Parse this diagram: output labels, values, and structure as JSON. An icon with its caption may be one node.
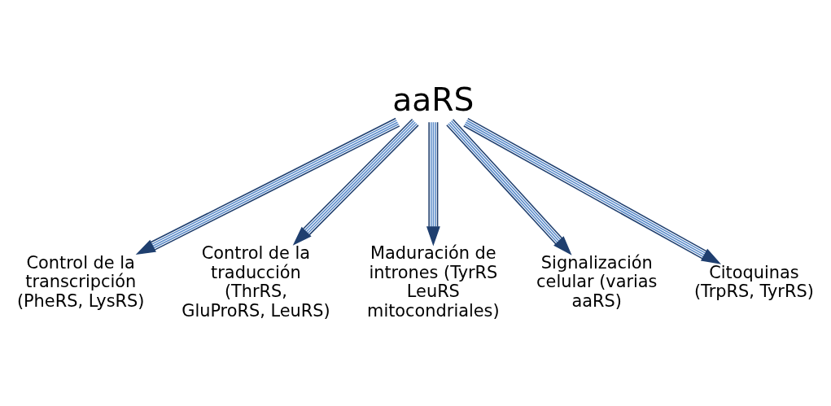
{
  "diagram": {
    "nodes": [
      {
        "text": [
          "aaRS"
        ]
      },
      {
        "text": [
          "Control de la transcripción (PheRS, LysRS)"
        ]
      },
      {
        "text": [
          "Control de la traducción (ThrRS, GluProRS, LeuRS)"
        ]
      },
      {
        "text": [
          "Maduración de intrones (TyrRS LeuRS mitocondriales)"
        ]
      },
      {
        "text": [
          "Signalización celular (varias aaRS)"
        ]
      },
      {
        "text": [
          "Citoquinas (TrpRS, TyrRS)"
        ]
      }
    ],
    "edges": [
      {
        "from": 0,
        "to": 1,
        "arrow": "to"
      },
      {
        "from": 0,
        "to": 2,
        "arrow": "to"
      },
      {
        "from": 0,
        "to": 3,
        "arrow": "to"
      },
      {
        "from": 0,
        "to": 4,
        "arrow": "to"
      },
      {
        "from": 0,
        "to": 5,
        "arrow": "to"
      }
    ]
  }
}
